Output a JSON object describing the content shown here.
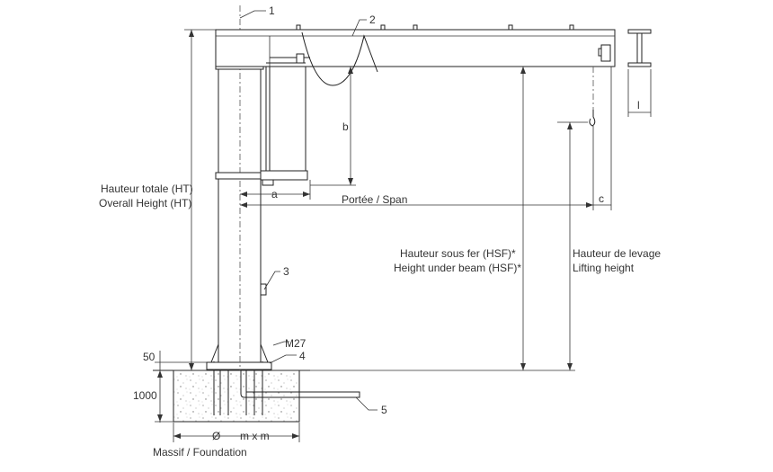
{
  "callouts": {
    "c1": "1",
    "c2": "2",
    "c3": "3",
    "c4": "4",
    "c5": "5",
    "m27": "M27"
  },
  "dims": {
    "a": "a",
    "b": "b",
    "c": "c",
    "l": "l",
    "h50": "50",
    "h1000": "1000",
    "diam": "Ø",
    "mxm": "m x m",
    "span": "Portée / Span"
  },
  "labels": {
    "total_fr": "Hauteur totale (HT)",
    "total_en": "Overall Height (HT)",
    "hsf_fr": "Hauteur sous fer (HSF)*",
    "hsf_en": "Height under beam (HSF)*",
    "lift_fr": "Hauteur de levage",
    "lift_en": "Lifting height",
    "foundation": "Massif / Foundation"
  }
}
